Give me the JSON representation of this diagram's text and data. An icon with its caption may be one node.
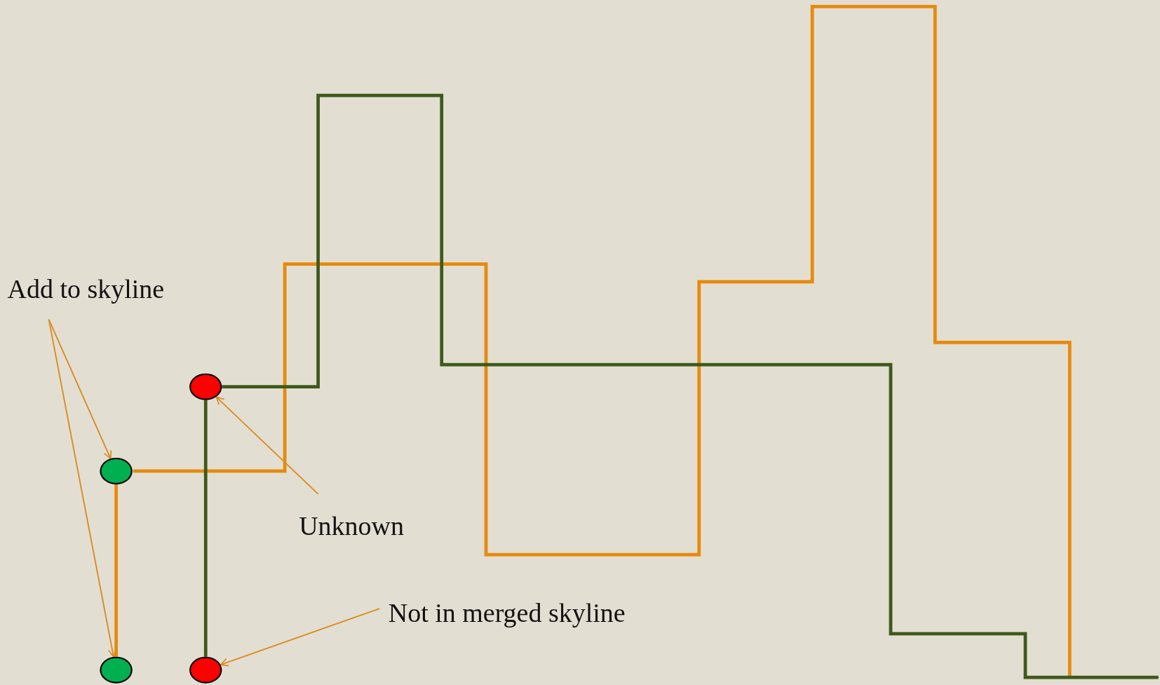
{
  "diagram": {
    "nodes": [
      {
        "text": [
          "Add to skyline"
        ]
      },
      {
        "text": [],
        "shape": "circle"
      },
      {
        "text": [],
        "shape": "circle"
      },
      {
        "text": [],
        "shape": "circle"
      },
      {
        "text": [],
        "shape": "circle"
      },
      {
        "text": [
          "Unknown"
        ]
      },
      {
        "text": [
          "Not in merged skyline"
        ]
      }
    ],
    "edges": [
      {
        "from": 0,
        "to": 1,
        "arrow": "to"
      },
      {
        "from": 0,
        "to": 2,
        "arrow": "to"
      },
      {
        "from": 5,
        "to": 3,
        "arrow": "to"
      },
      {
        "from": 6,
        "to": 4,
        "arrow": "to"
      },
      {
        "from": 1,
        "to": 2,
        "arrow": "none",
        "style": "thick",
        "color": "#e68a0c"
      },
      {
        "from": 3,
        "to": 4,
        "arrow": "none",
        "style": "thick",
        "color": "#3d5a1a"
      }
    ]
  }
}
